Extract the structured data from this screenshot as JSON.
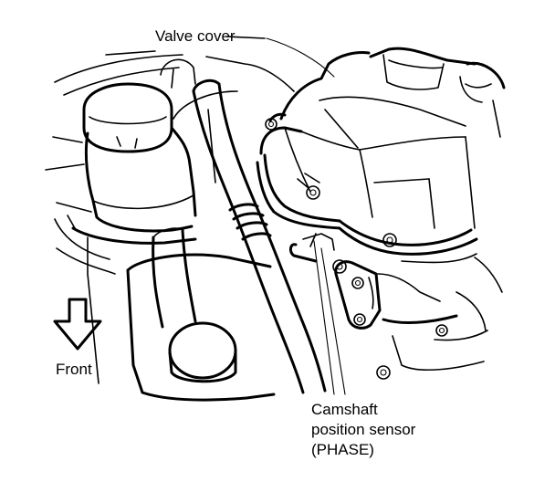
{
  "labels": {
    "valve_cover": "Valve cover",
    "front": "Front",
    "camshaft_sensor": [
      "Camshaft",
      "position sensor",
      "(PHASE)"
    ]
  },
  "colors": {
    "line": "#000000",
    "background": "#ffffff"
  }
}
